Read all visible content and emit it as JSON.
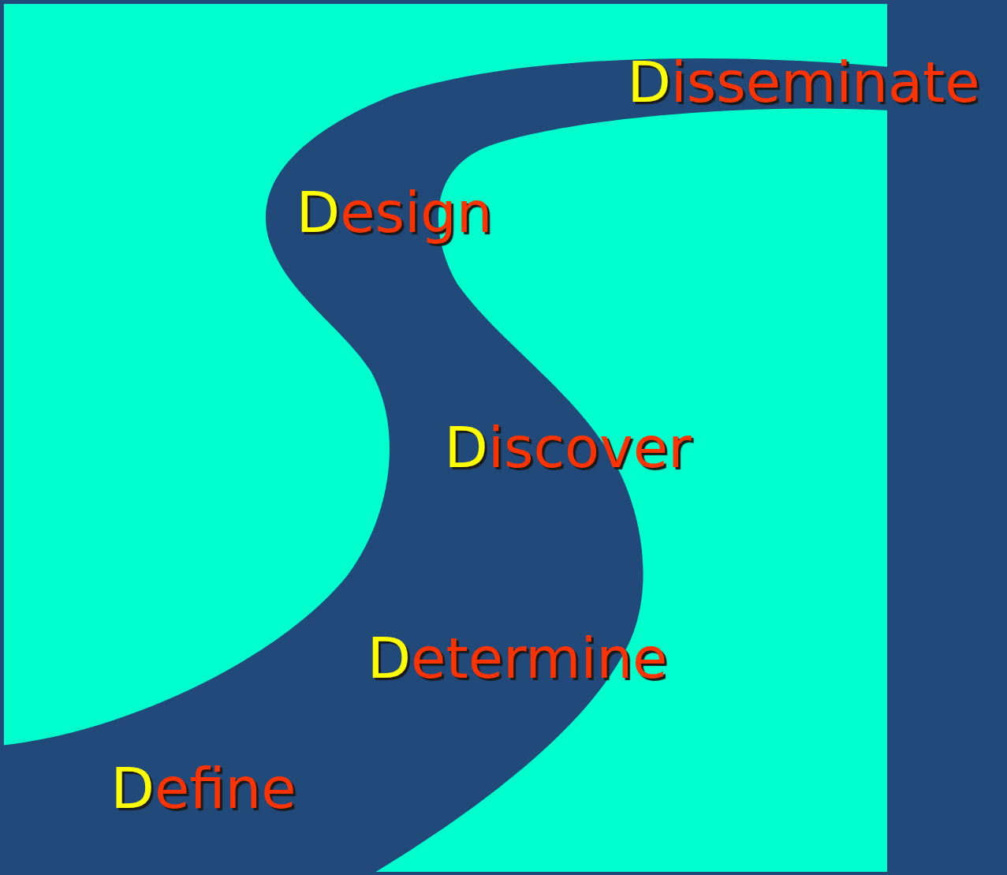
{
  "diagram": {
    "labels": [
      "Define",
      "Determine",
      "Discover",
      "Design",
      "Disseminate"
    ]
  }
}
